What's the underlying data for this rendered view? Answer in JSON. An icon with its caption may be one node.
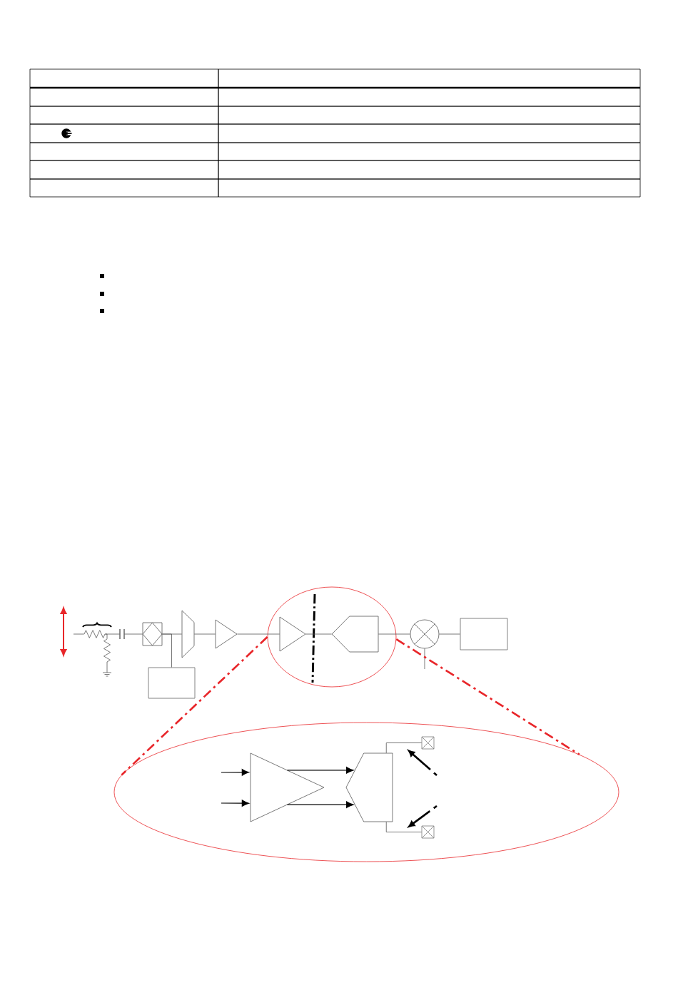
{
  "diagram": {
    "nodes": [
      {
        "text": [],
        "shape": "resistor"
      },
      {
        "text": [],
        "shape": "resistor"
      },
      {
        "text": [],
        "shape": "capacitor"
      },
      {
        "text": [],
        "shape": "bridge"
      },
      {
        "text": [],
        "shape": "trapezoid"
      },
      {
        "text": [],
        "shape": "triangle"
      },
      {
        "text": [],
        "shape": "ellipse"
      },
      {
        "text": [],
        "shape": "triangle",
        "in": 6
      },
      {
        "text": [],
        "shape": "pentagon",
        "in": 6
      },
      {
        "text": [],
        "shape": "mixer"
      },
      {
        "text": [],
        "shape": "box"
      },
      {
        "text": [],
        "shape": "box"
      },
      {
        "text": [],
        "shape": "ellipse"
      },
      {
        "text": [],
        "shape": "triangle",
        "in": 12
      },
      {
        "text": [],
        "shape": "pentagon",
        "in": 12
      },
      {
        "text": [],
        "shape": "pad",
        "in": 12
      },
      {
        "text": [],
        "shape": "pad",
        "in": 12
      }
    ],
    "edges": [
      {
        "from": null,
        "to": 0,
        "arrow": "none"
      },
      {
        "from": 0,
        "to": 2,
        "arrow": "none"
      },
      {
        "from": 0,
        "to": 1,
        "arrow": "none"
      },
      {
        "from": 2,
        "to": 3,
        "arrow": "none"
      },
      {
        "from": 3,
        "to": 4,
        "arrow": "none"
      },
      {
        "from": 3,
        "to": 11,
        "arrow": "none"
      },
      {
        "from": 4,
        "to": 5,
        "arrow": "none"
      },
      {
        "from": 5,
        "to": 7,
        "arrow": "none"
      },
      {
        "from": 7,
        "to": 8,
        "arrow": "none"
      },
      {
        "from": 8,
        "to": 9,
        "arrow": "none"
      },
      {
        "from": 9,
        "to": 10,
        "arrow": "none"
      },
      {
        "from": null,
        "to": 9,
        "arrow": "none"
      },
      {
        "from": 6,
        "to": 12,
        "arrow": "none",
        "style": "dashed",
        "color": "#e8262a"
      },
      {
        "from": 6,
        "to": 12,
        "arrow": "none",
        "style": "dashed",
        "color": "#e8262a"
      },
      {
        "from": null,
        "to": 13,
        "arrow": "to"
      },
      {
        "from": null,
        "to": 13,
        "arrow": "to"
      },
      {
        "from": 13,
        "to": 14,
        "arrow": "to"
      },
      {
        "from": 13,
        "to": 14,
        "arrow": "to"
      },
      {
        "from": 14,
        "to": 15,
        "arrow": "none"
      },
      {
        "from": 14,
        "to": 16,
        "arrow": "none"
      }
    ]
  }
}
